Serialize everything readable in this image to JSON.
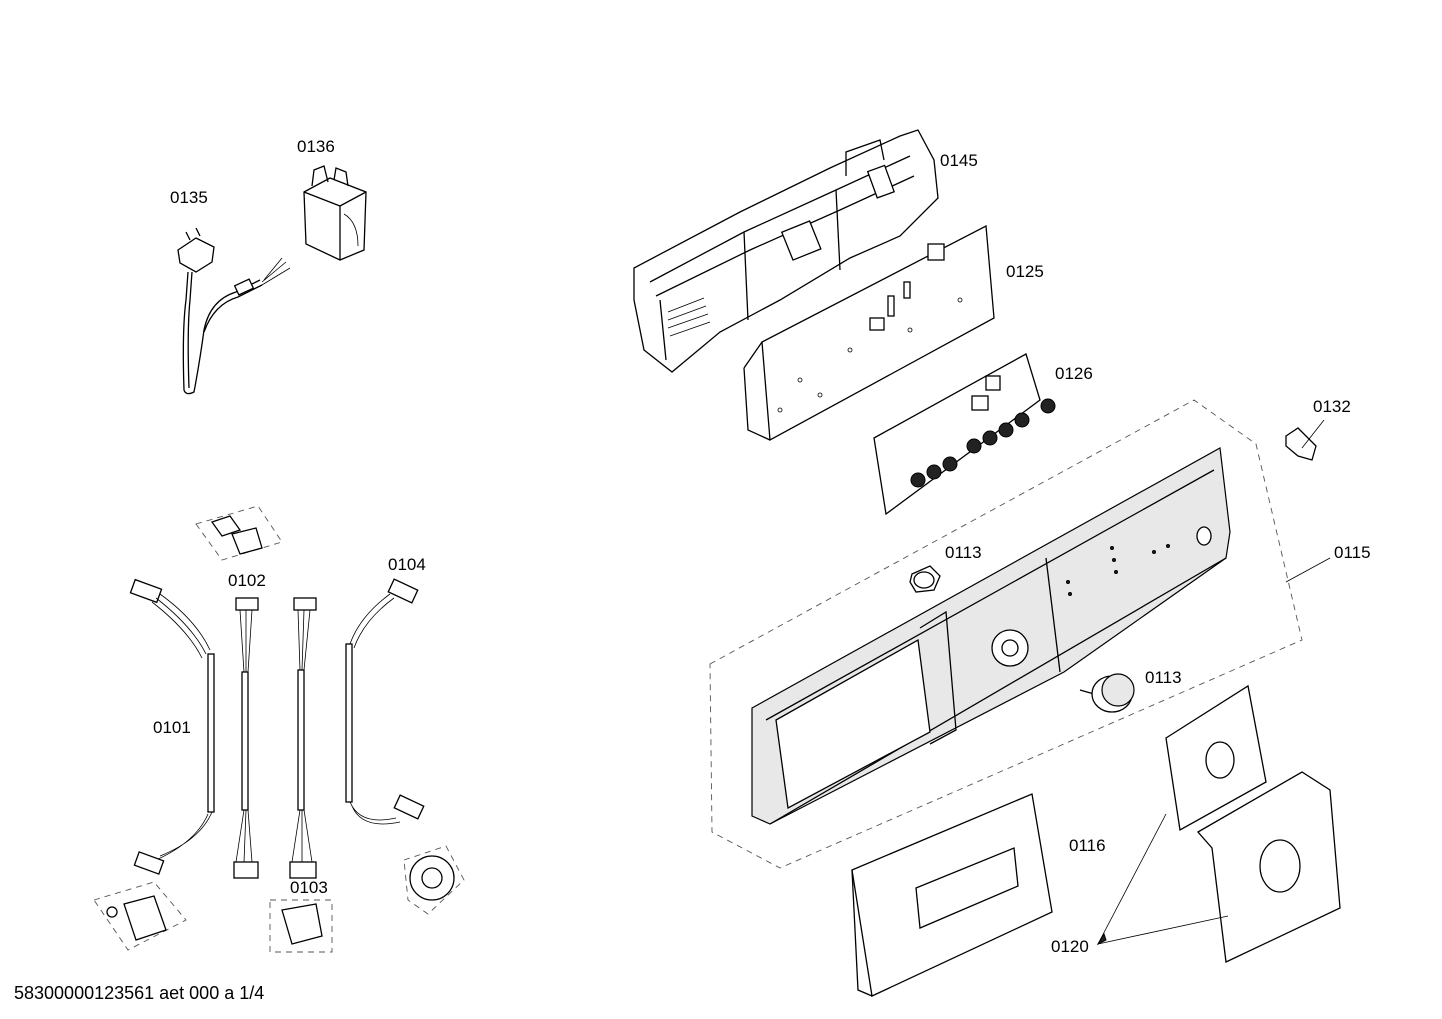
{
  "diagram": {
    "labels": {
      "p0135": "0135",
      "p0136": "0136",
      "p0145": "0145",
      "p0125": "0125",
      "p0126": "0126",
      "p0132": "0132",
      "p0115": "0115",
      "p0113a": "0113",
      "p0113b": "0113",
      "p0116": "0116",
      "p0120": "0120",
      "p0101": "0101",
      "p0102": "0102",
      "p0103": "0103",
      "p0104": "0104"
    },
    "document_id": "58300000123561 aet 000 a 1/4"
  }
}
